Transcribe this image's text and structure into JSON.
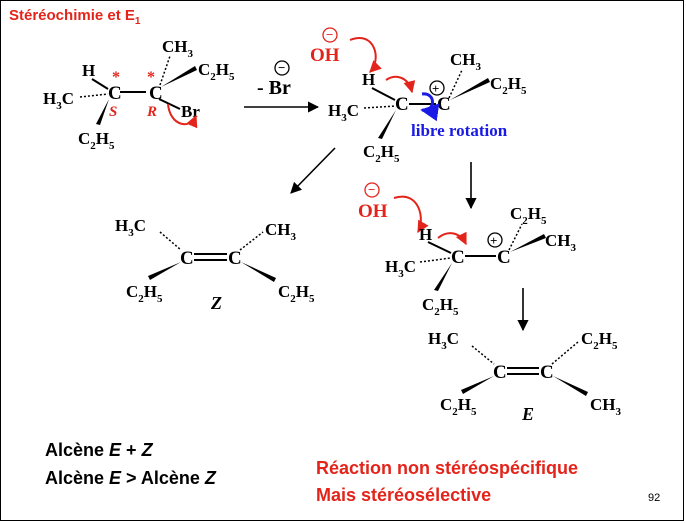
{
  "title": {
    "main": "Stéréochimie et E",
    "sub": "1"
  },
  "atoms": {
    "H": "H",
    "C": "C",
    "Br": "Br",
    "O": "O",
    "OH": "OH",
    "H3C_main": "H",
    "H3C_sub": "3",
    "H3C_tail": "C",
    "CH3_main": "CH",
    "CH3_sub": "3",
    "C2H5_a": "C",
    "C2H5_sub1": "2",
    "C2H5_b": "H",
    "C2H5_sub2": "5",
    "star": "*",
    "S": "S",
    "R": "R",
    "minus": "−",
    "plus": "+"
  },
  "reagents": {
    "leaving": "- Br",
    "rotation": "libre rotation"
  },
  "isomers": {
    "z": "Z",
    "e": "E"
  },
  "conclusion": {
    "line1_prefix": "Alcène ",
    "line1_e": "E",
    "line1_plus": " + ",
    "line1_z": "Z",
    "line2_prefix": "Alcène ",
    "line2_e": "E",
    "line2_mid": " > Alcène ",
    "line2_z": "Z"
  },
  "notes": {
    "line1": "Réaction non stéréospécifique",
    "line2": "Mais stéréosélective"
  },
  "page_number": "92",
  "colors": {
    "red": "#e3241b",
    "blue": "#1a1ae6",
    "black": "#000000"
  }
}
